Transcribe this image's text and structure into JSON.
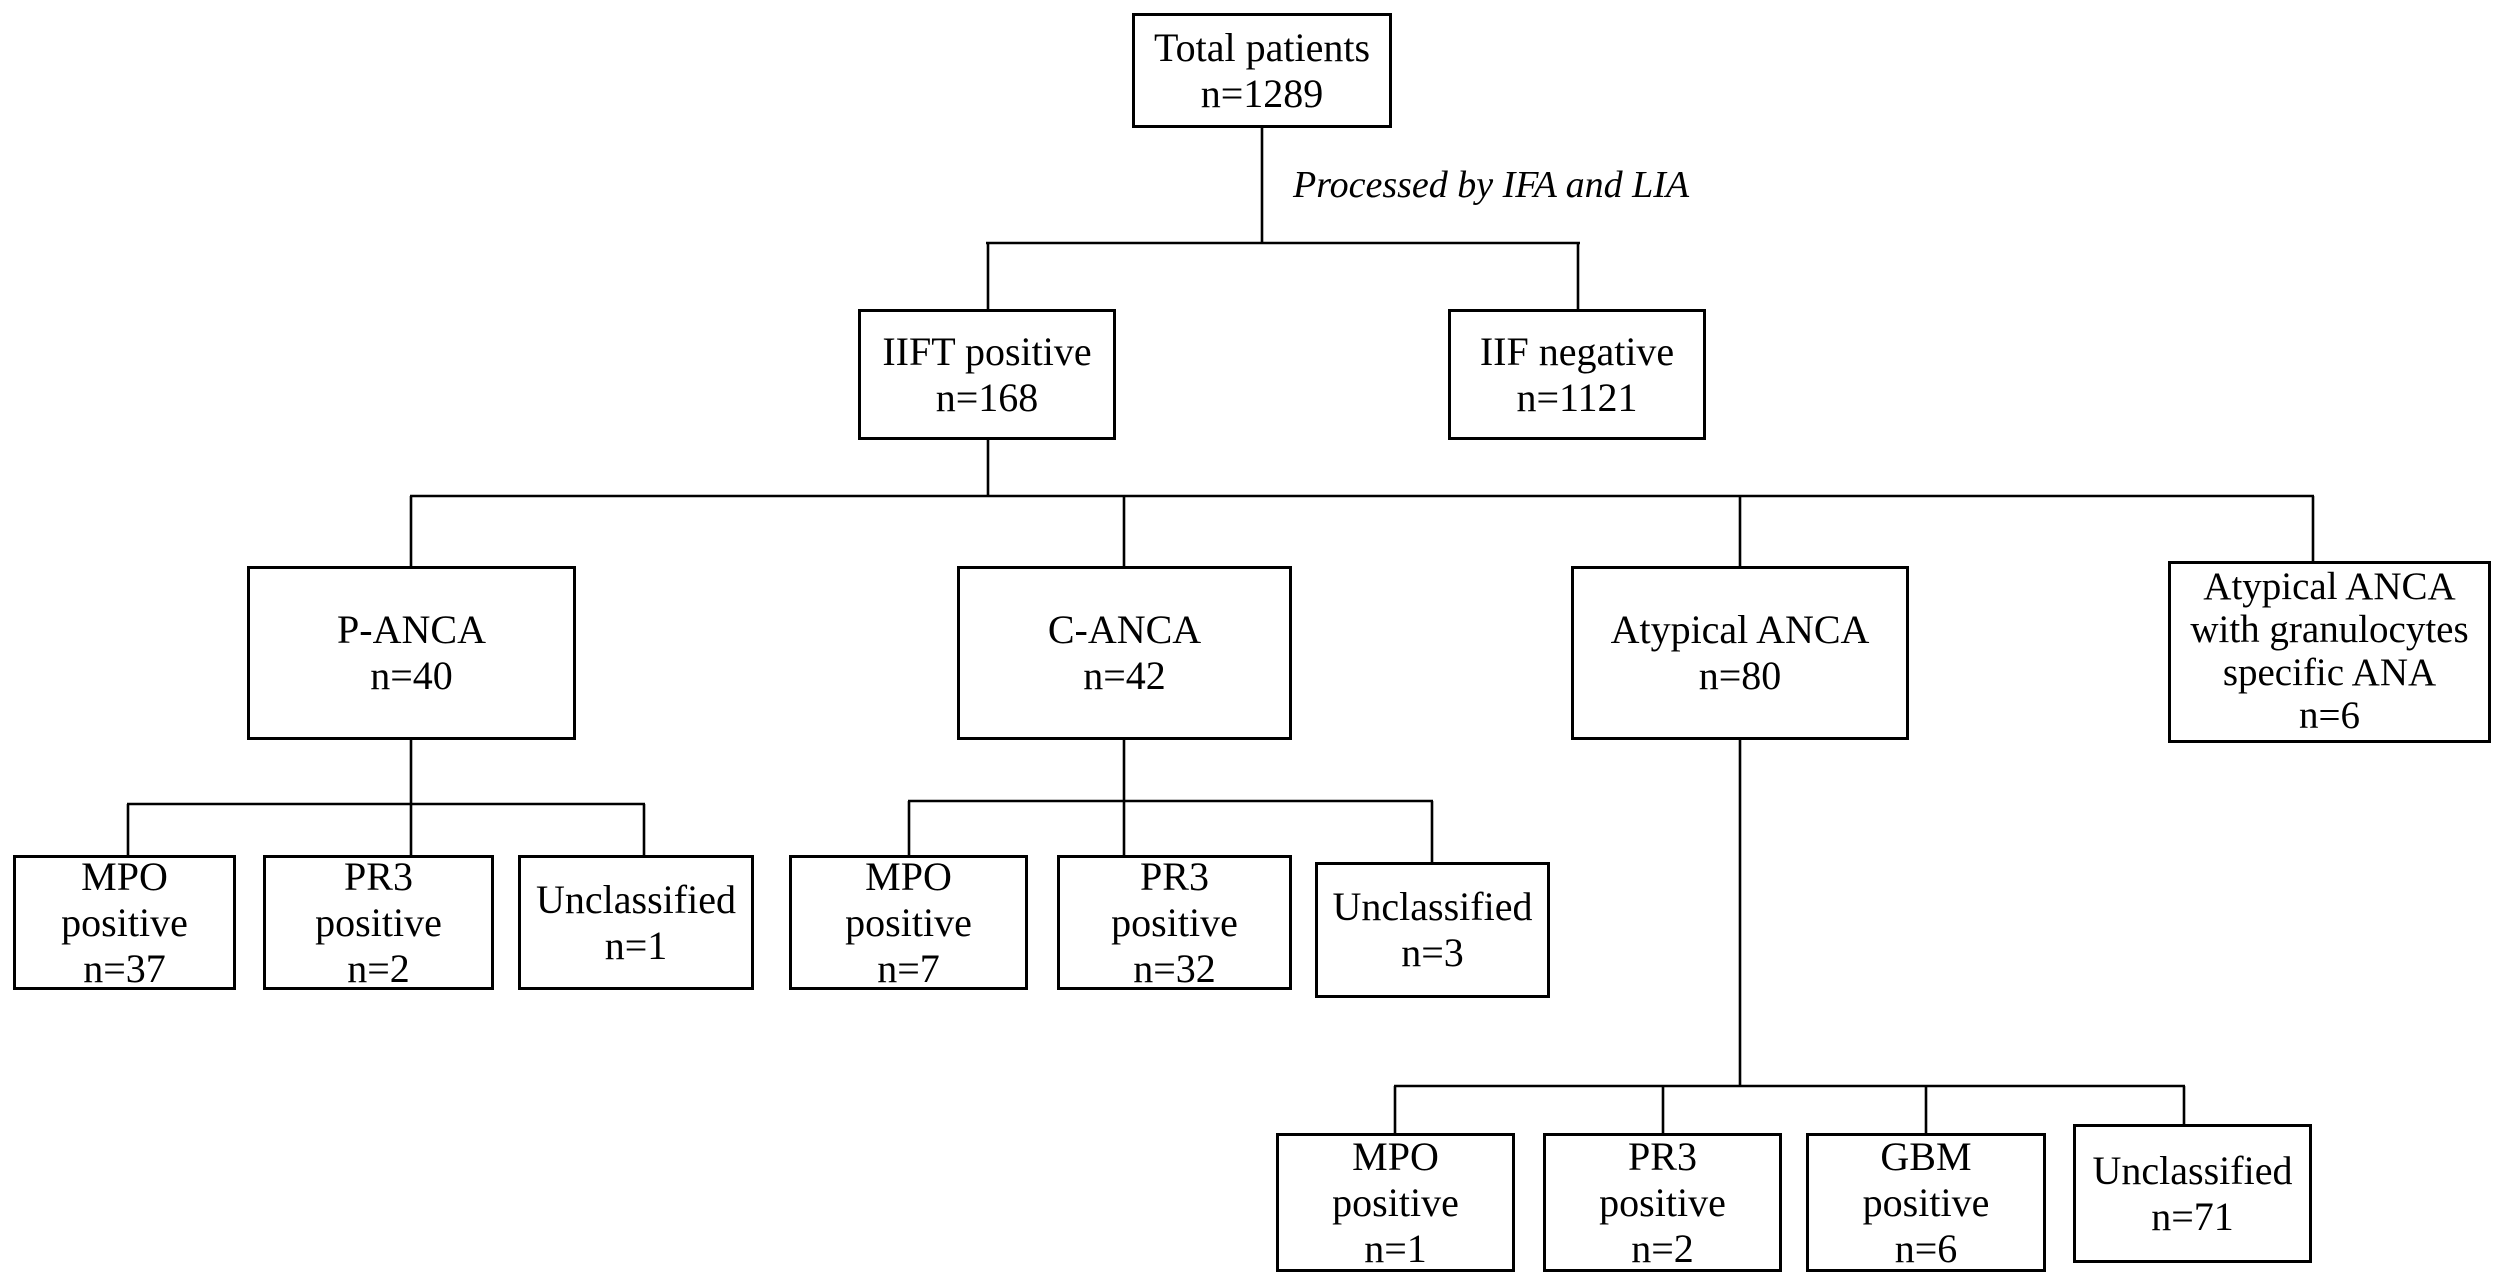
{
  "diagram": {
    "annotation": "Processed by IFA and LIA",
    "colors": {
      "line": "#000000",
      "text": "#000000",
      "background": "#ffffff"
    },
    "nodes": {
      "total": {
        "lines": [
          "Total patients",
          "n=1289"
        ]
      },
      "iift_positive": {
        "lines": [
          "IIFT positive",
          "n=168"
        ]
      },
      "iif_negative": {
        "lines": [
          "IIF negative",
          "n=1121"
        ]
      },
      "p_anca": {
        "lines": [
          "P-ANCA",
          "n=40"
        ]
      },
      "c_anca": {
        "lines": [
          "C-ANCA",
          "n=42"
        ]
      },
      "atypical_anca": {
        "lines": [
          "Atypical ANCA",
          "n=80"
        ]
      },
      "atypical_ana": {
        "lines": [
          "Atypical ANCA",
          "with granulocytes",
          "specific ANA",
          "n=6"
        ]
      },
      "p_mpo": {
        "lines": [
          "MPO",
          "positive",
          "n=37"
        ]
      },
      "p_pr3": {
        "lines": [
          "PR3",
          "positive",
          "n=2"
        ]
      },
      "p_unclassified": {
        "lines": [
          "Unclassified",
          "n=1"
        ]
      },
      "c_mpo": {
        "lines": [
          "MPO",
          "positive",
          "n=7"
        ]
      },
      "c_pr3": {
        "lines": [
          "PR3",
          "positive",
          "n=32"
        ]
      },
      "c_unclassified": {
        "lines": [
          "Unclassified",
          "n=3"
        ]
      },
      "a_mpo": {
        "lines": [
          "MPO",
          "positive",
          "n=1"
        ]
      },
      "a_pr3": {
        "lines": [
          "PR3",
          "positive",
          "n=2"
        ]
      },
      "a_gbm": {
        "lines": [
          "GBM",
          "positive",
          "n=6"
        ]
      },
      "a_unclassified": {
        "lines": [
          "Unclassified",
          "n=71"
        ]
      }
    },
    "edges": [
      [
        "total",
        "iift_positive"
      ],
      [
        "total",
        "iif_negative"
      ],
      [
        "iift_positive",
        "p_anca"
      ],
      [
        "iift_positive",
        "c_anca"
      ],
      [
        "iift_positive",
        "atypical_anca"
      ],
      [
        "iift_positive",
        "atypical_ana"
      ],
      [
        "p_anca",
        "p_mpo"
      ],
      [
        "p_anca",
        "p_pr3"
      ],
      [
        "p_anca",
        "p_unclassified"
      ],
      [
        "c_anca",
        "c_mpo"
      ],
      [
        "c_anca",
        "c_pr3"
      ],
      [
        "c_anca",
        "c_unclassified"
      ],
      [
        "atypical_anca",
        "a_mpo"
      ],
      [
        "atypical_anca",
        "a_pr3"
      ],
      [
        "atypical_anca",
        "a_gbm"
      ],
      [
        "atypical_anca",
        "a_unclassified"
      ]
    ]
  }
}
